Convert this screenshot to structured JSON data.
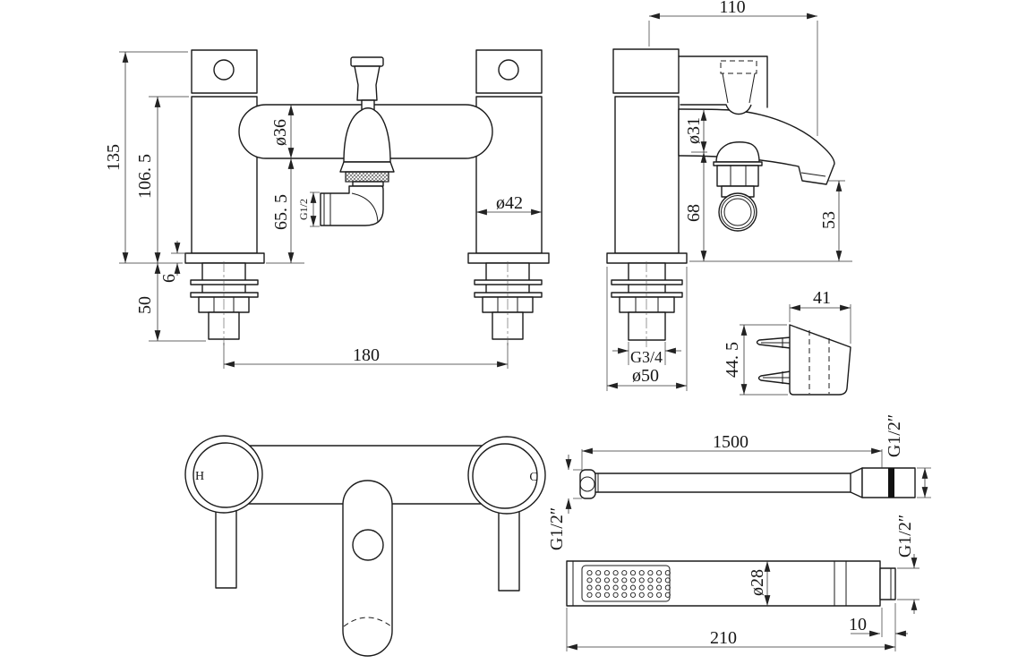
{
  "front": {
    "height_total": "135",
    "height_body": "106. 5",
    "bar_dia": "ø36",
    "outlet_thread": "G1/2",
    "outlet_drop": "65. 5",
    "pillar_dia": "ø42",
    "flange_thickness": "6",
    "tail_length": "50",
    "centres": "180"
  },
  "side": {
    "reach": "110",
    "spout_dia": "ø31",
    "outlet_height": "68",
    "spout_height": "53",
    "tail_thread": "G3/4",
    "flange_dia": "ø50"
  },
  "bracket": {
    "width": "41",
    "height": "44. 5"
  },
  "valve": {
    "hot": "H",
    "cold": "C"
  },
  "hose": {
    "length": "1500",
    "thread_left": "G1/2″",
    "thread_right": "G1/2″"
  },
  "handset": {
    "length": "210",
    "head_dia": "ø28",
    "nozzle_length": "10",
    "thread": "G1/2″"
  }
}
